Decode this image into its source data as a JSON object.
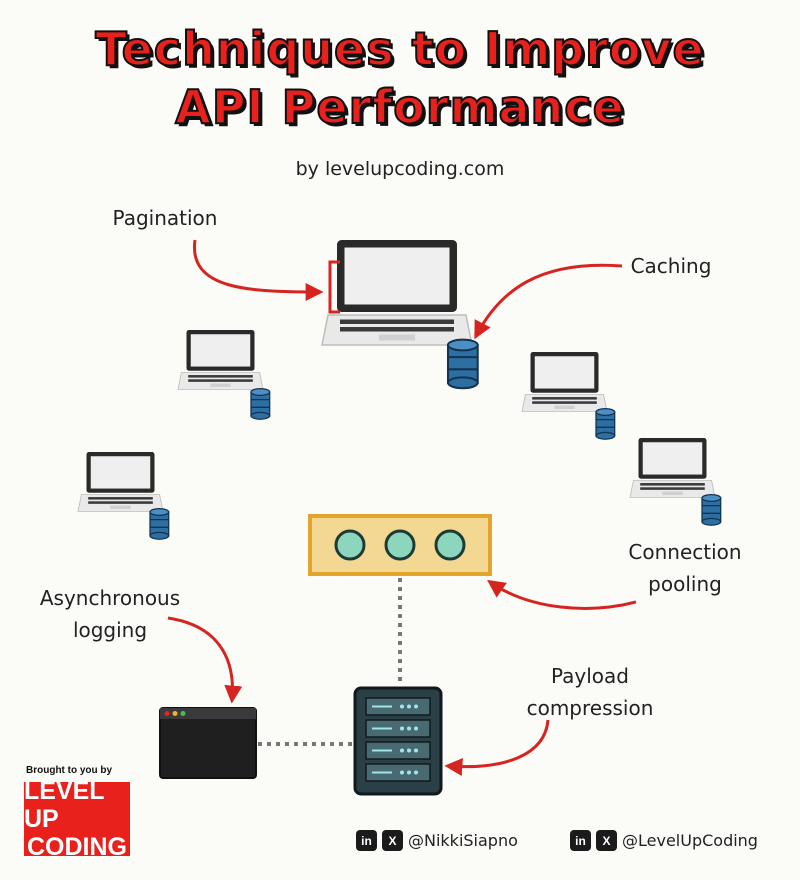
{
  "title": {
    "line1": "Techniques to Improve",
    "line2": "API Performance"
  },
  "byline": "by levelupcoding.com",
  "labels": {
    "pagination": "Pagination",
    "caching": "Caching",
    "connection_pooling": [
      "Connection",
      "pooling"
    ],
    "async_logging": [
      "Asynchronous",
      "logging"
    ],
    "payload_compression": [
      "Payload",
      "compression"
    ]
  },
  "colors": {
    "accent": "#e8211c",
    "pool_border": "#e2a52a",
    "pool_fill": "#f2d893",
    "db_blue": "#2d6ea3",
    "server": "#2b3f46"
  },
  "footer": {
    "brought_by": "Brought to you by",
    "logo_line1": "LEVEL UP",
    "logo_line2": "CODING",
    "linkedin_icon_text": "in",
    "x_icon_text": "X",
    "handle_personal": "@NikkiSiapno",
    "handle_brand": "@LevelUpCoding"
  }
}
